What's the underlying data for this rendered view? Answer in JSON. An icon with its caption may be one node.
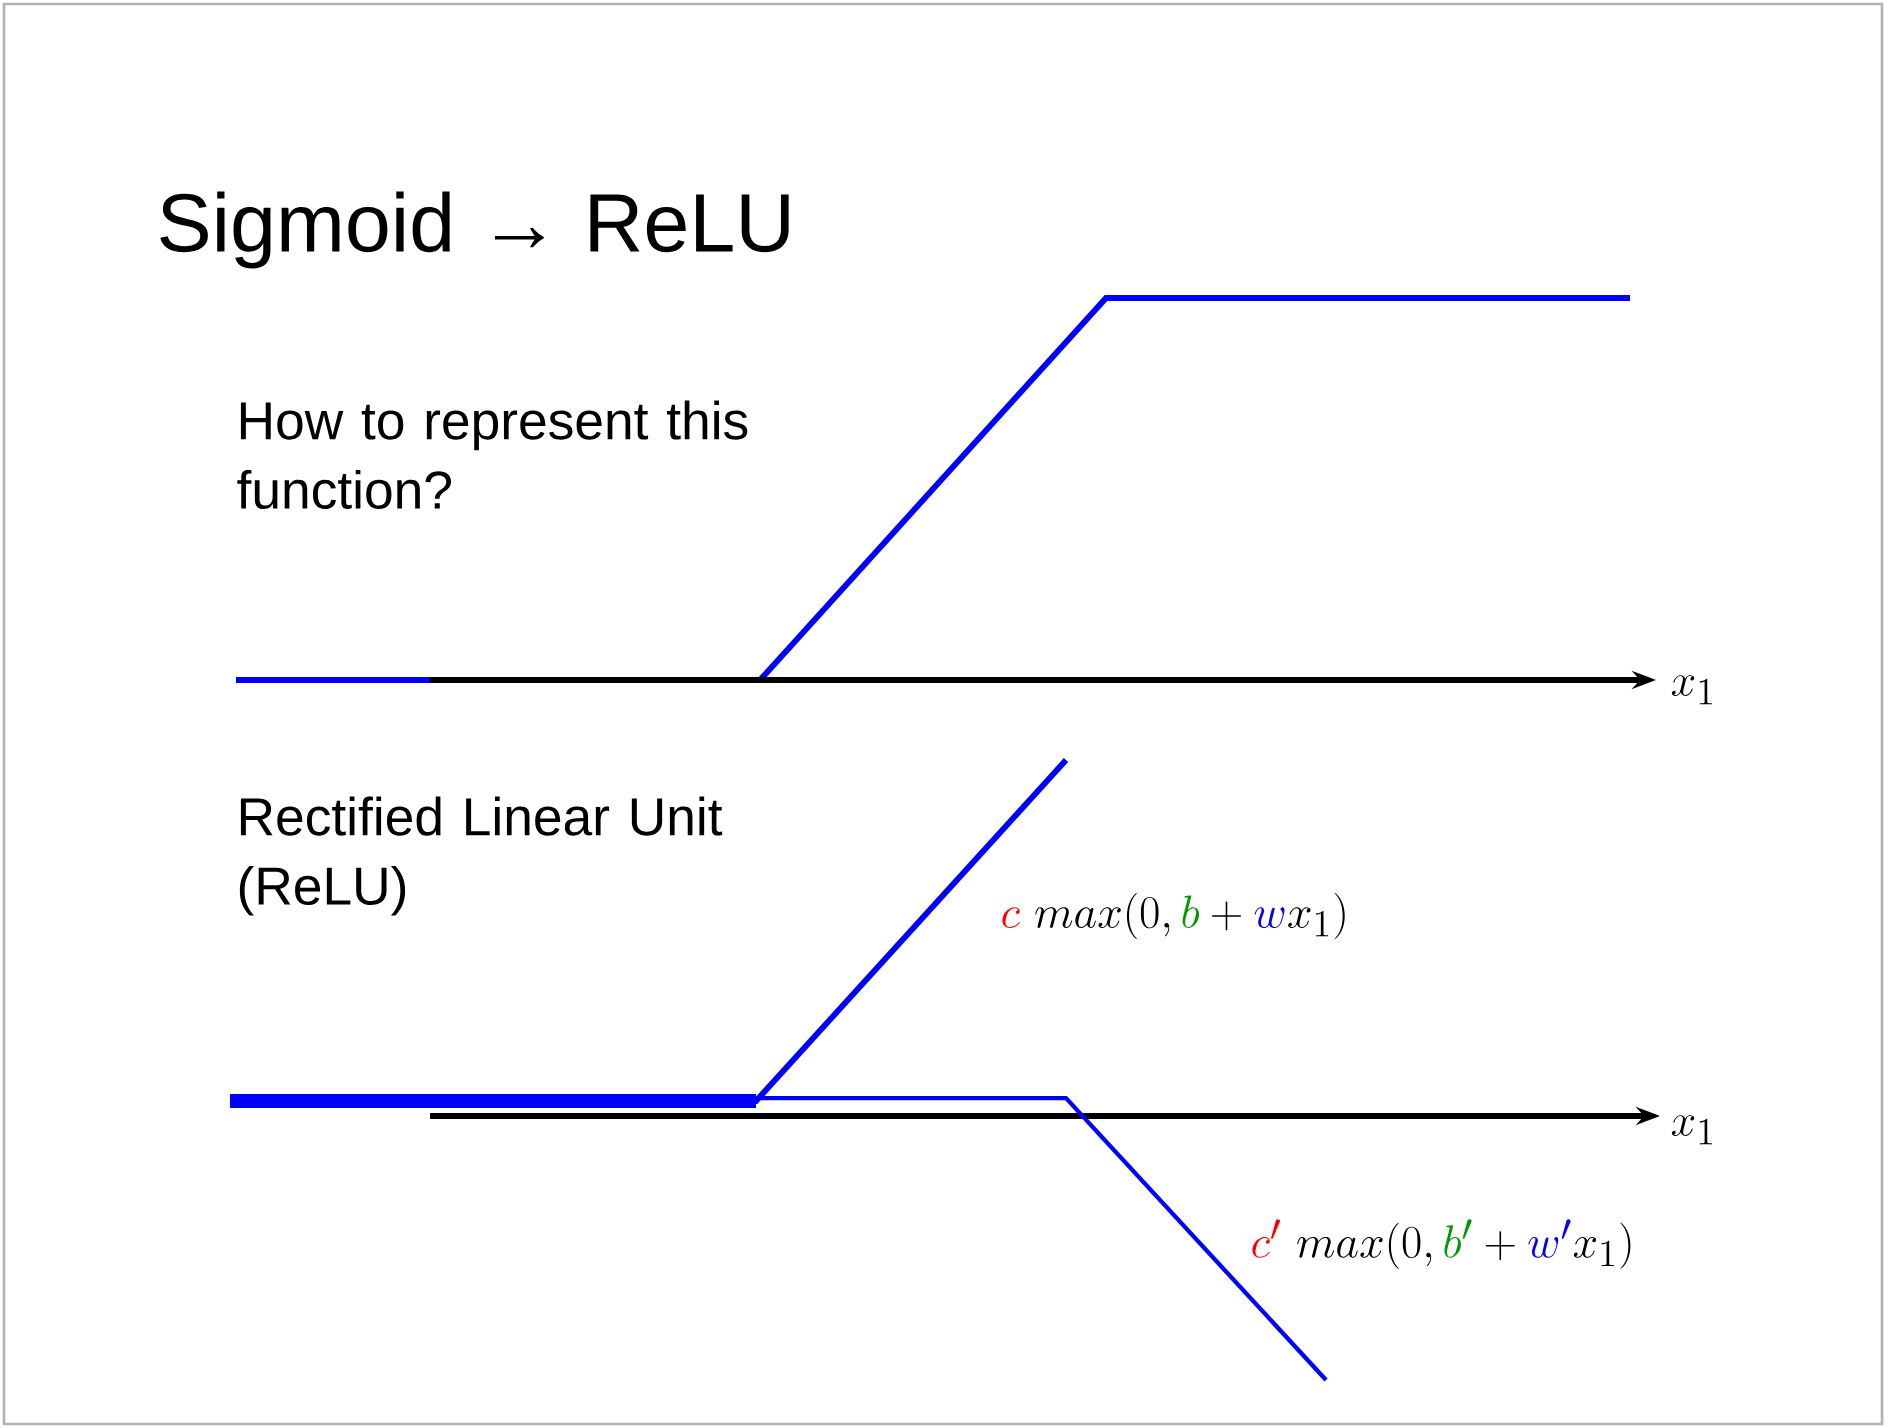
{
  "diagram": {
    "title": "Sigmoid → ReLU",
    "labels": [
      "How to represent this function?",
      "x_1",
      "Rectified Linear Unit (ReLU)",
      "\\textcolor{red}{c}\\ max(0,\\textcolor{green!60!black}{b}+\\textcolor{blue}{w}x_1)",
      "x_1",
      "\\textcolor{red}{c'}\\ max(0,\\textcolor{green!60!black}{b'}+\\textcolor{blue}{w'}x_1)"
    ]
  }
}
